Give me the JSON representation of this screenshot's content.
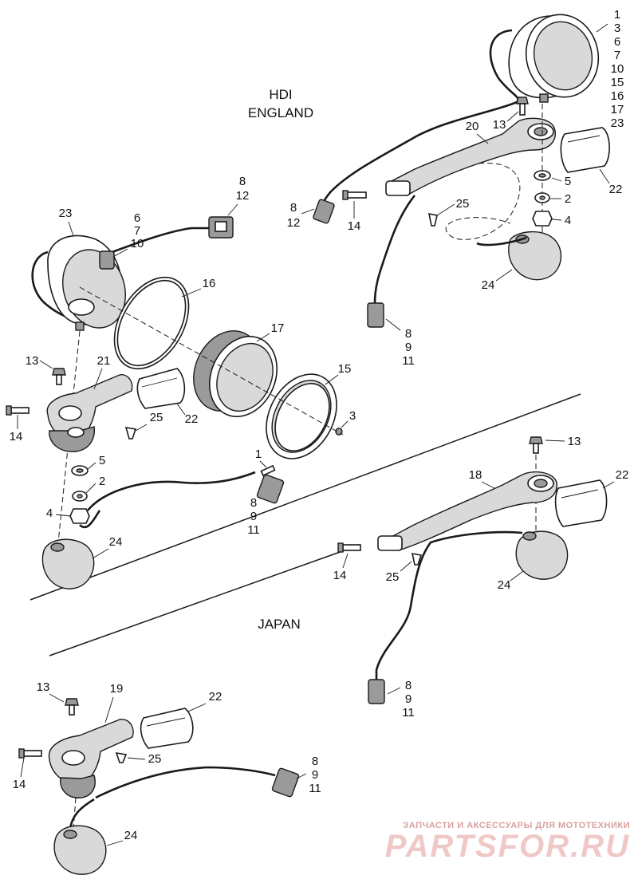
{
  "regions": {
    "hdi_line1": "HDI",
    "hdi_line2": "ENGLAND",
    "japan": "JAPAN"
  },
  "callouts": {
    "hdi_stack": [
      "1",
      "3",
      "6",
      "7",
      "10",
      "15",
      "16",
      "17",
      "23"
    ],
    "hdi_13": "13",
    "hdi_20": "20",
    "hdi_5": "5",
    "hdi_2": "2",
    "hdi_4": "4",
    "hdi_22": "22",
    "hdi_25": "25",
    "hdi_14": "14",
    "hdi_conn_a": [
      "8",
      "12"
    ],
    "hdi_conn_b": [
      "8",
      "9",
      "11"
    ],
    "hdi_24": "24",
    "main_conn_top": [
      "8",
      "12"
    ],
    "main_23": "23",
    "main_group": [
      "6",
      "7",
      "10"
    ],
    "main_16": "16",
    "main_17": "17",
    "main_15": "15",
    "main_3": "3",
    "main_13": "13",
    "main_21": "21",
    "main_14": "14",
    "main_22": "22",
    "main_25": "25",
    "main_5": "5",
    "main_2": "2",
    "main_4": "4",
    "main_1": "1",
    "main_conn_b": [
      "8",
      "9",
      "11"
    ],
    "main_24": "24",
    "jp_13": "13",
    "jp_18": "18",
    "jp_22": "22",
    "jp_14": "14",
    "jp_25": "25",
    "jp_24": "24",
    "jp_conn": [
      "8",
      "9",
      "11"
    ],
    "b_13": "13",
    "b_19": "19",
    "b_22": "22",
    "b_14": "14",
    "b_25": "25",
    "b_conn": [
      "8",
      "9",
      "11"
    ],
    "b_24": "24"
  },
  "watermark": {
    "tagline": "ЗАПЧАСТИ И АКСЕССУАРЫ ДЛЯ МОТОТЕХНИКИ",
    "logo": "PARTSFOR.RU"
  }
}
